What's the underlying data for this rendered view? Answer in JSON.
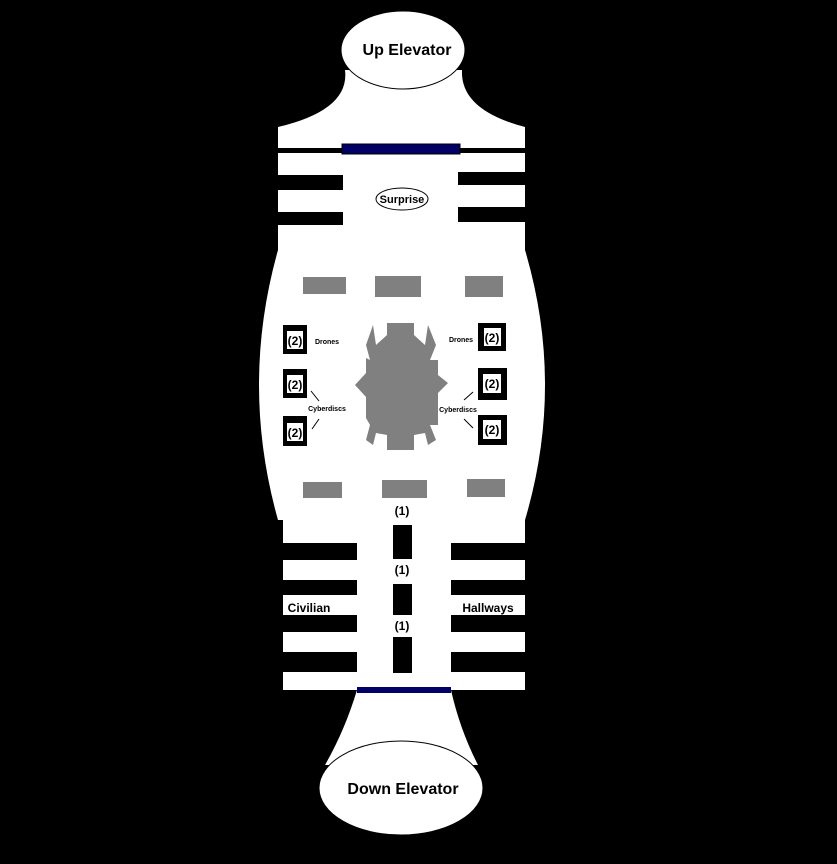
{
  "elevators": {
    "up": "Up Elevator",
    "down": "Down Elevator"
  },
  "surprise": "Surprise",
  "drones": {
    "label_left": "Drones",
    "label_right": "Drones",
    "count": "(2)"
  },
  "cyberdiscs": {
    "label_left": "Cyberdiscs",
    "label_right": "Cyberdiscs",
    "count": "(2)"
  },
  "hallway_enemies": [
    "(1)",
    "(1)",
    "(1)"
  ],
  "hallways": {
    "left": "Civilian",
    "right": "Hallways"
  },
  "colors": {
    "door": "#000066",
    "cover": "#808080",
    "floor": "#ffffff",
    "wall": "#000000"
  }
}
